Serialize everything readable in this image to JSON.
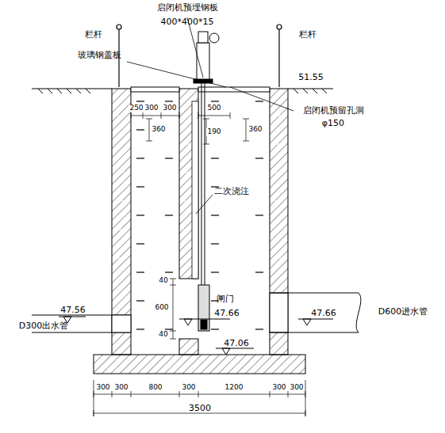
{
  "diagram": {
    "labels": [
      "启闭机预埋钢板",
      "400*400*15",
      "栏杆",
      "栏杆",
      "玻璃钢盖板",
      "51.55",
      "启闭机预留孔洞",
      "φ150",
      "250",
      "300",
      "300",
      "500",
      "360",
      "190",
      "360",
      "二次浇注",
      "40",
      "600",
      "40",
      "闸门",
      "47.66",
      "47.56",
      "D300出水管",
      "47.66",
      "D600进水管",
      "47.06",
      "300",
      "300",
      "800",
      "300",
      "1200",
      "300",
      "300",
      "3500"
    ]
  }
}
